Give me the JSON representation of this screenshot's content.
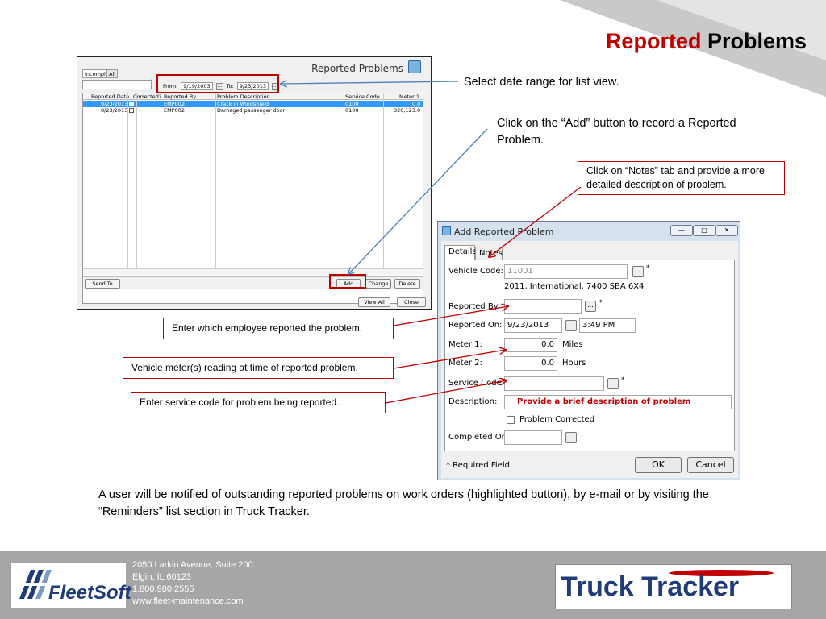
{
  "title": {
    "red": "Reported",
    "black": " Problems"
  },
  "notes": {
    "date_range": "Select date range for list view.",
    "add_button": "Click on the “Add” button to record a Reported Problem.",
    "notes_tab": "Click on “Notes” tab and provide a more detailed  description of problem.",
    "employee": "Enter which employee reported the problem.",
    "meter": "Vehicle meter(s) reading at time of reported problem.",
    "service_code": "Enter service code for problem being reported.",
    "bottom": "A user will be notified of outstanding reported problems on work orders (highlighted button), by e-mail or by visiting the “Reminders” list section in Truck Tracker."
  },
  "list_window": {
    "title": "Reported Problems",
    "tabs": [
      "Incomplete",
      "All"
    ],
    "from_label": "From:",
    "from_value": "9/19/2003",
    "to_label": "To:",
    "to_value": "9/23/2013",
    "columns": [
      "Reported Date",
      "Corrected?",
      "Reported By",
      "Problem Description",
      "Service Code",
      "Meter 1"
    ],
    "rows": [
      {
        "date": "9/23/2013",
        "by": "EMP002",
        "desc": "Crack in Windshield",
        "code": "0100",
        "meter": "0.0"
      },
      {
        "date": "8/23/2013",
        "by": "EMP002",
        "desc": "Damaged passenger door",
        "code": "0100",
        "meter": "320,123.0"
      }
    ],
    "send_to": "Send To",
    "add": "Add",
    "change": "Change",
    "delete": "Delete",
    "view_all": "View All",
    "close": "Close"
  },
  "dialog": {
    "title": "Add Reported Problem",
    "tabs": [
      "Details",
      "Notes"
    ],
    "vehicle_code_label": "Vehicle Code:",
    "vehicle_code_value": "11001",
    "vehicle_desc": "2011, International, 7400 SBA 6X4",
    "reported_by_label": "Reported By:",
    "reported_on_label": "Reported On:",
    "reported_on_date": "9/23/2013",
    "reported_on_time": "3:49 PM",
    "meter1_label": "Meter 1:",
    "meter1_value": "0.0",
    "meter1_unit": "Miles",
    "meter2_label": "Meter 2:",
    "meter2_value": "0.0",
    "meter2_unit": "Hours",
    "service_code_label": "Service Code:",
    "description_label": "Description:",
    "description_hint": "Provide a brief description of problem",
    "problem_corrected": "Problem Corrected",
    "completed_on_label": "Completed On:",
    "required": "* Required Field",
    "ok": "OK",
    "cancel": "Cancel",
    "star": "*",
    "ellipsis": "..."
  },
  "footer": {
    "address1": "2050 Larkin Avenue, Suite 200",
    "address2": "Elgin, IL  60123",
    "phone": "1.800.980.2555",
    "web": "www.fleet-maintenance.com",
    "logo_left": "FleetSoft",
    "logo_right": "Truck Tracker"
  },
  "colors": {
    "accent_red": "#c00000",
    "footer_gray": "#a6a6a6",
    "selection_blue": "#3399ff"
  }
}
